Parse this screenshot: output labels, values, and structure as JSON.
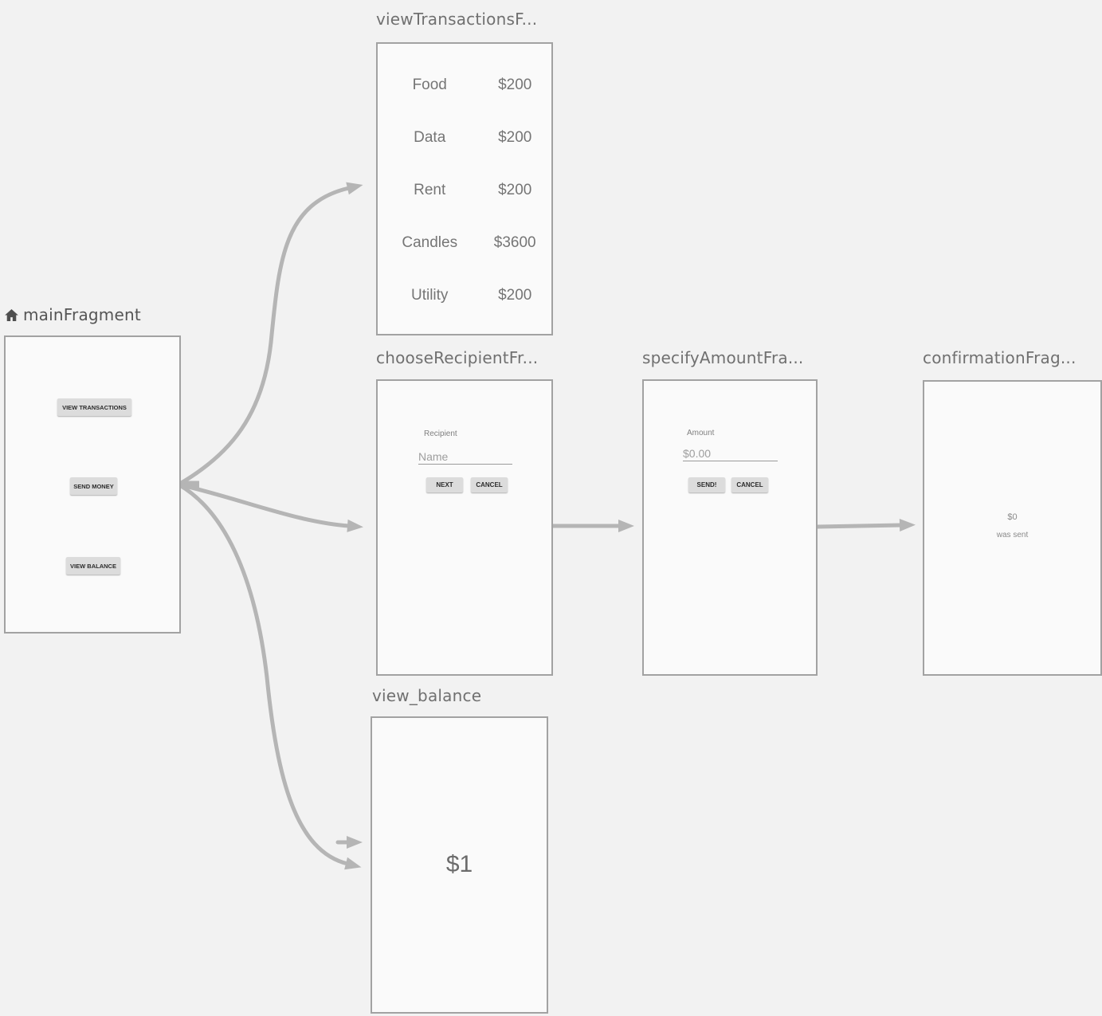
{
  "graph": {
    "fragments": {
      "main": {
        "title": "mainFragment",
        "is_start_destination": true,
        "buttons": [
          "VIEW TRANSACTIONS",
          "SEND MONEY",
          "VIEW BALANCE"
        ]
      },
      "view_transactions": {
        "title": "viewTransactionsF...",
        "rows": [
          {
            "label": "Food",
            "amount": "$200"
          },
          {
            "label": "Data",
            "amount": "$200"
          },
          {
            "label": "Rent",
            "amount": "$200"
          },
          {
            "label": "Candles",
            "amount": "$3600"
          },
          {
            "label": "Utility",
            "amount": "$200"
          }
        ]
      },
      "choose_recipient": {
        "title": "chooseRecipientFr...",
        "field_label": "Recipient",
        "field_placeholder": "Name",
        "buttons": [
          "NEXT",
          "CANCEL"
        ]
      },
      "specify_amount": {
        "title": "specifyAmountFra...",
        "field_label": "Amount",
        "field_placeholder": "$0.00",
        "buttons": [
          "SEND!",
          "CANCEL"
        ]
      },
      "confirmation": {
        "title": "confirmationFrag...",
        "line1": "$0",
        "line2": "was sent"
      },
      "view_balance": {
        "title": "view_balance",
        "balance": "$1"
      }
    },
    "icons": {
      "home": "home-icon"
    },
    "colors": {
      "background": "#f2f2f2",
      "panel_fill": "#fafafa",
      "panel_border": "#a2a2a2",
      "arrow": "#b5b5b5",
      "title_text": "#707070",
      "preview_text": "#757575"
    }
  }
}
